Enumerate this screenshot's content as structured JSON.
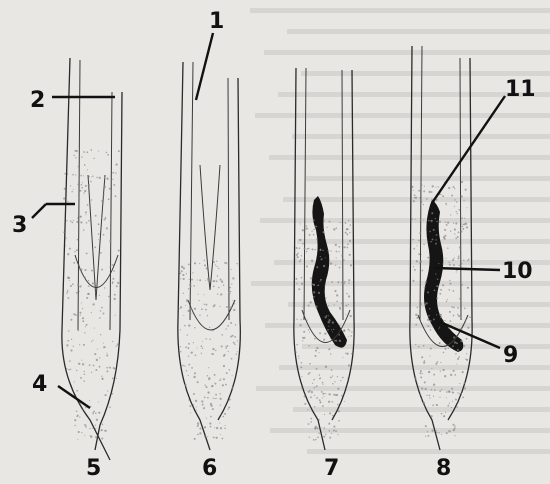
{
  "figure": {
    "labels": {
      "l1": "1",
      "l2": "2",
      "l3": "3",
      "l4": "4",
      "l5": "5",
      "l6": "6",
      "l7": "7",
      "l8": "8",
      "l9": "9",
      "l10": "10",
      "l11": "11"
    }
  },
  "colors": {
    "paper": "#e9e7e4",
    "ink": "#111111",
    "stipple": "#8a8a8a",
    "dark_fill": "#151515",
    "bleed_text": "#c9c6c2"
  }
}
